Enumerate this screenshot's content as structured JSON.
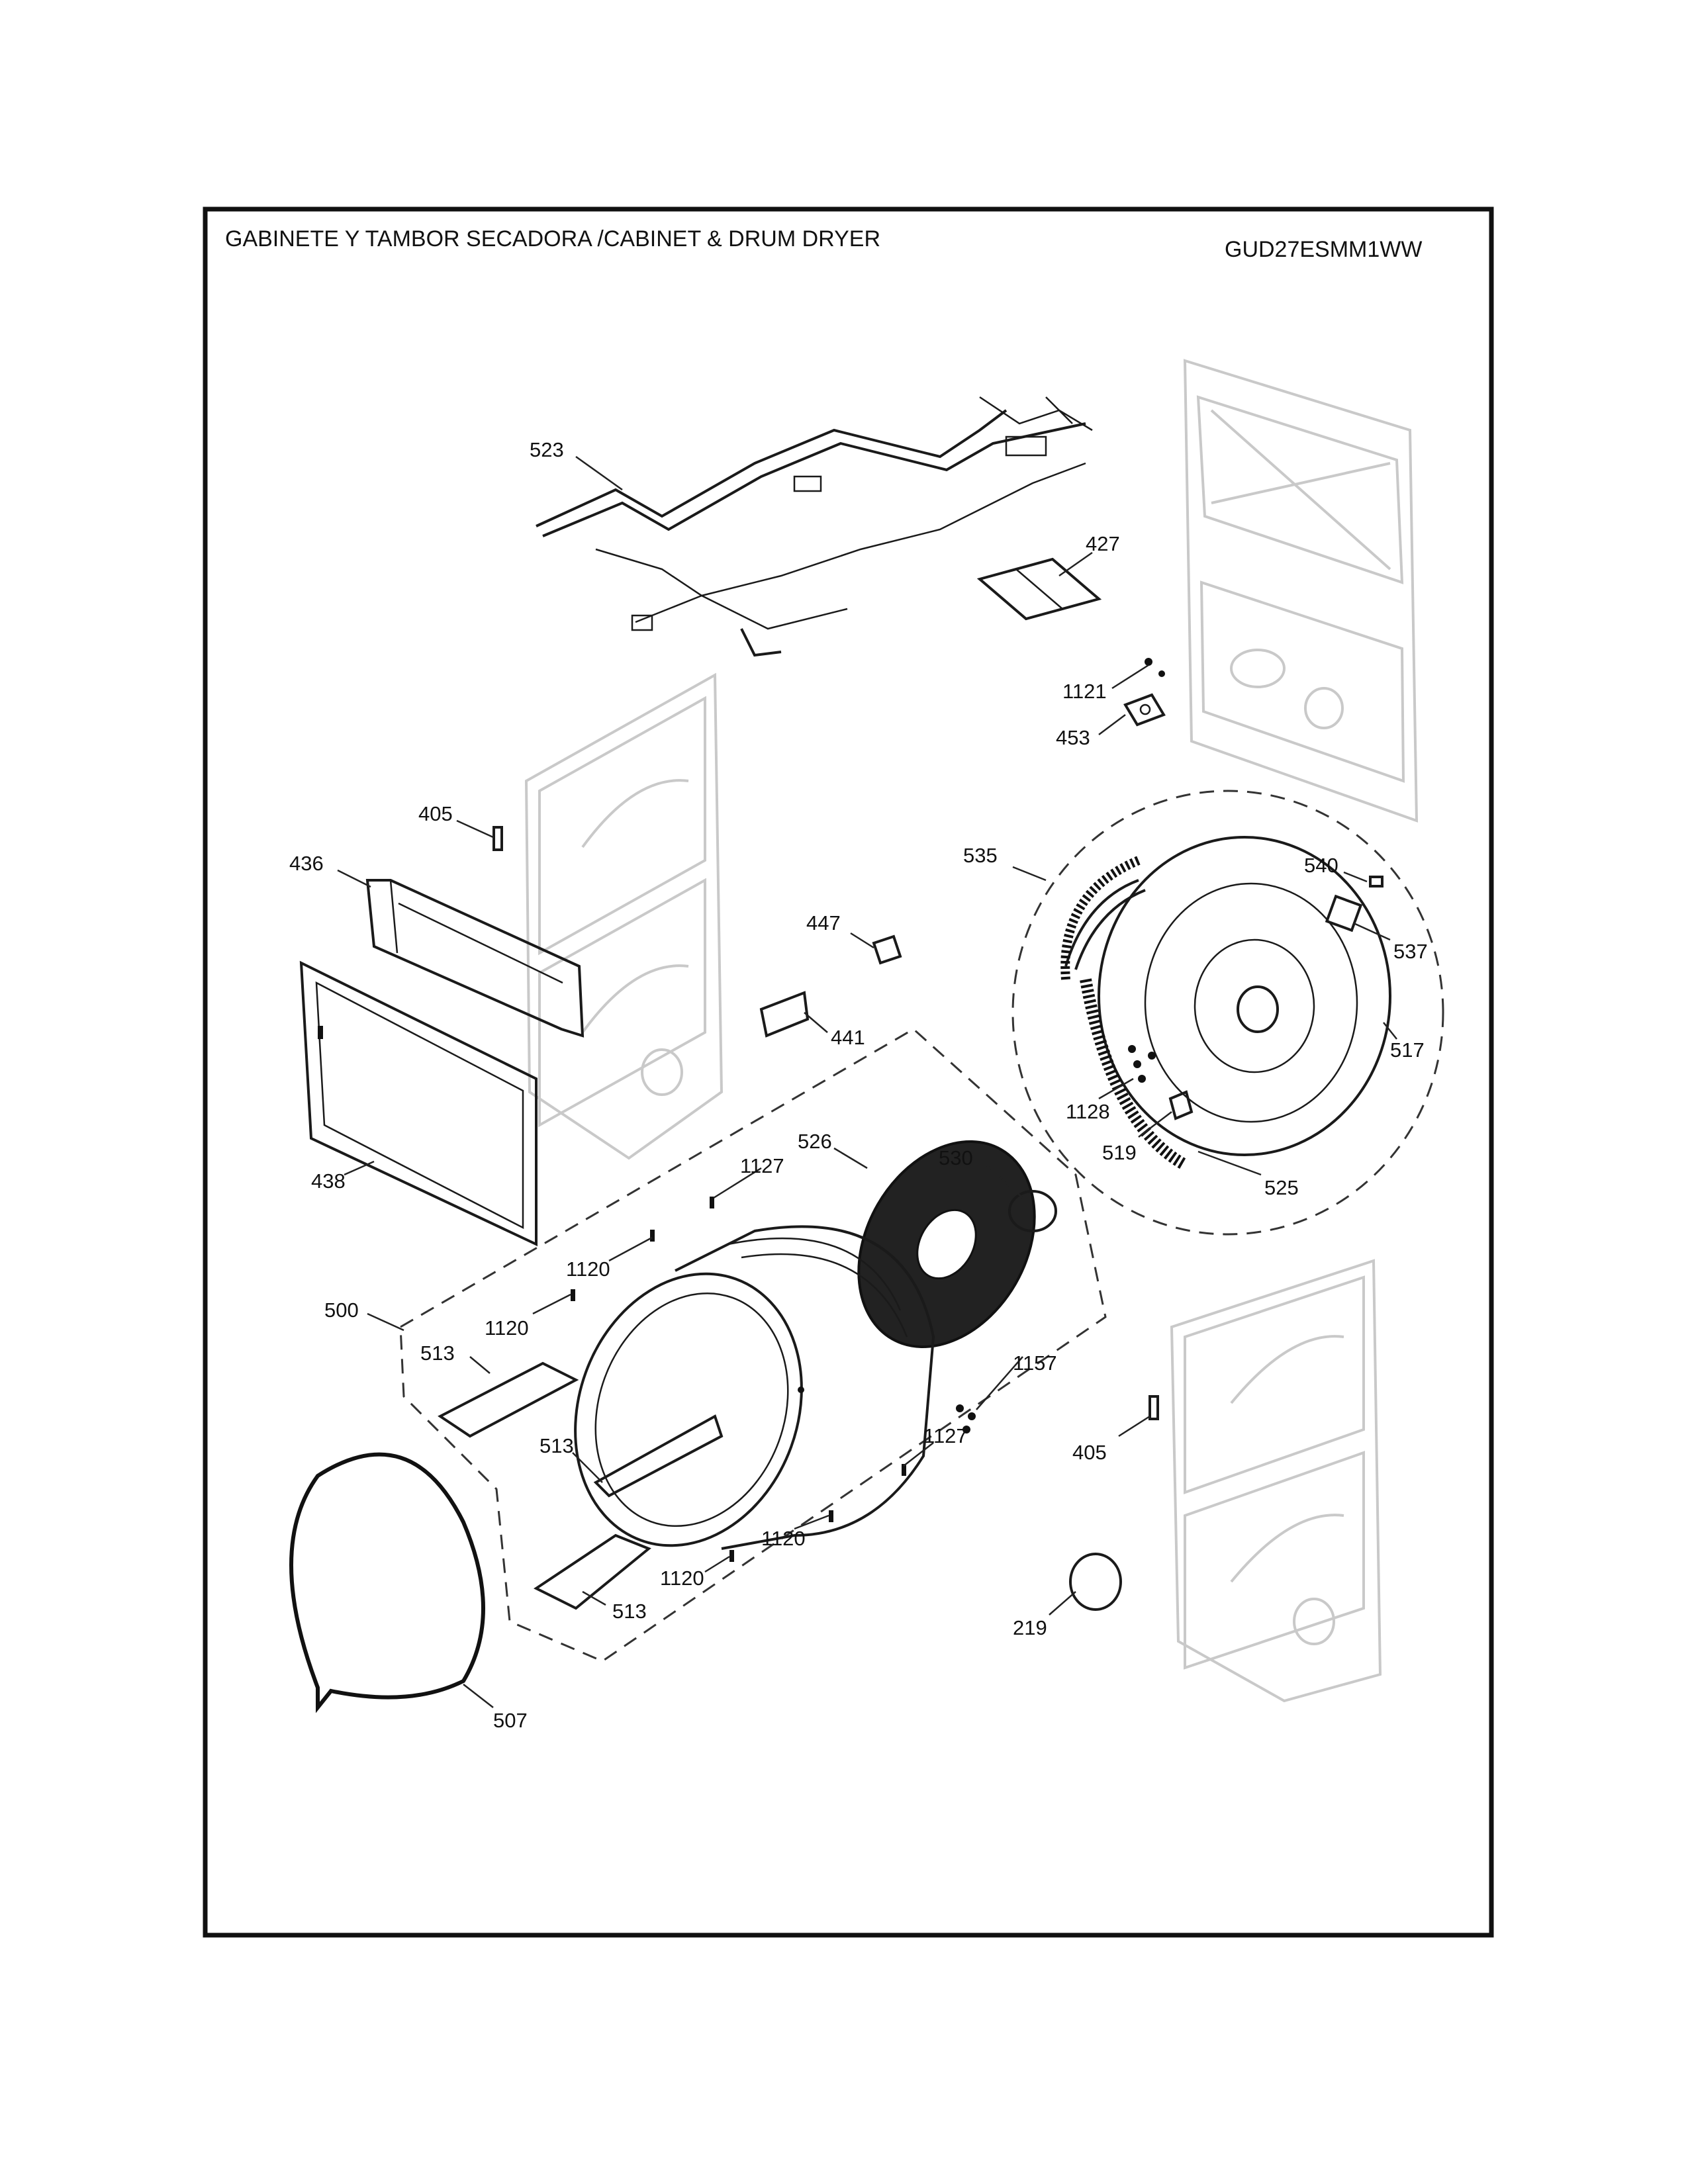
{
  "title": "GABINETE Y TAMBOR SECADORA /CABINET & DRUM  DRYER",
  "model": "GUD27ESMM1WW",
  "callouts": {
    "c523": "523",
    "c427": "427",
    "c1121": "1121",
    "c453": "453",
    "c405a": "405",
    "c436": "436",
    "c447": "447",
    "c441": "441",
    "c438": "438",
    "c535": "535",
    "c540": "540",
    "c537": "537",
    "c517": "517",
    "c1128": "1128",
    "c519": "519",
    "c525": "525",
    "c526": "526",
    "c530": "530",
    "c1127a": "1127",
    "c1120a": "1120",
    "c1120b": "1120",
    "c500": "500",
    "c513a": "513",
    "c1157": "1157",
    "c405b": "405",
    "c513b": "513",
    "c1127b": "1127",
    "c1120c": "1120",
    "c1120d": "1120",
    "c513c": "513",
    "c219": "219",
    "c507": "507"
  }
}
